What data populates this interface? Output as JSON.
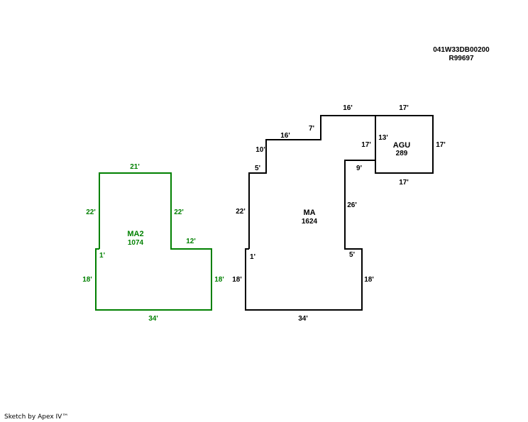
{
  "parcel": {
    "id": "041W33DB00200",
    "account": "R99697"
  },
  "footer": "Sketch by Apex IV™",
  "colors": {
    "main": "#000000",
    "ma2": "#008000"
  },
  "areas": [
    {
      "key": "MA2",
      "name": "MA2",
      "area": "1074",
      "color": "#008000",
      "labels": [
        "21'",
        "22'",
        "22'",
        "12'",
        "1'",
        "18'",
        "18'",
        "34'"
      ]
    },
    {
      "key": "MA",
      "name": "MA",
      "area": "1624",
      "color": "#000000",
      "labels": [
        "16'",
        "7'",
        "16'",
        "10'",
        "5'",
        "22'",
        "1'",
        "18'",
        "34'",
        "18'",
        "5'",
        "26'",
        "9'",
        "17'"
      ]
    },
    {
      "key": "AGU",
      "name": "AGU",
      "area": "289",
      "color": "#000000",
      "labels": [
        "17'",
        "17'",
        "17'",
        "13'"
      ]
    }
  ]
}
